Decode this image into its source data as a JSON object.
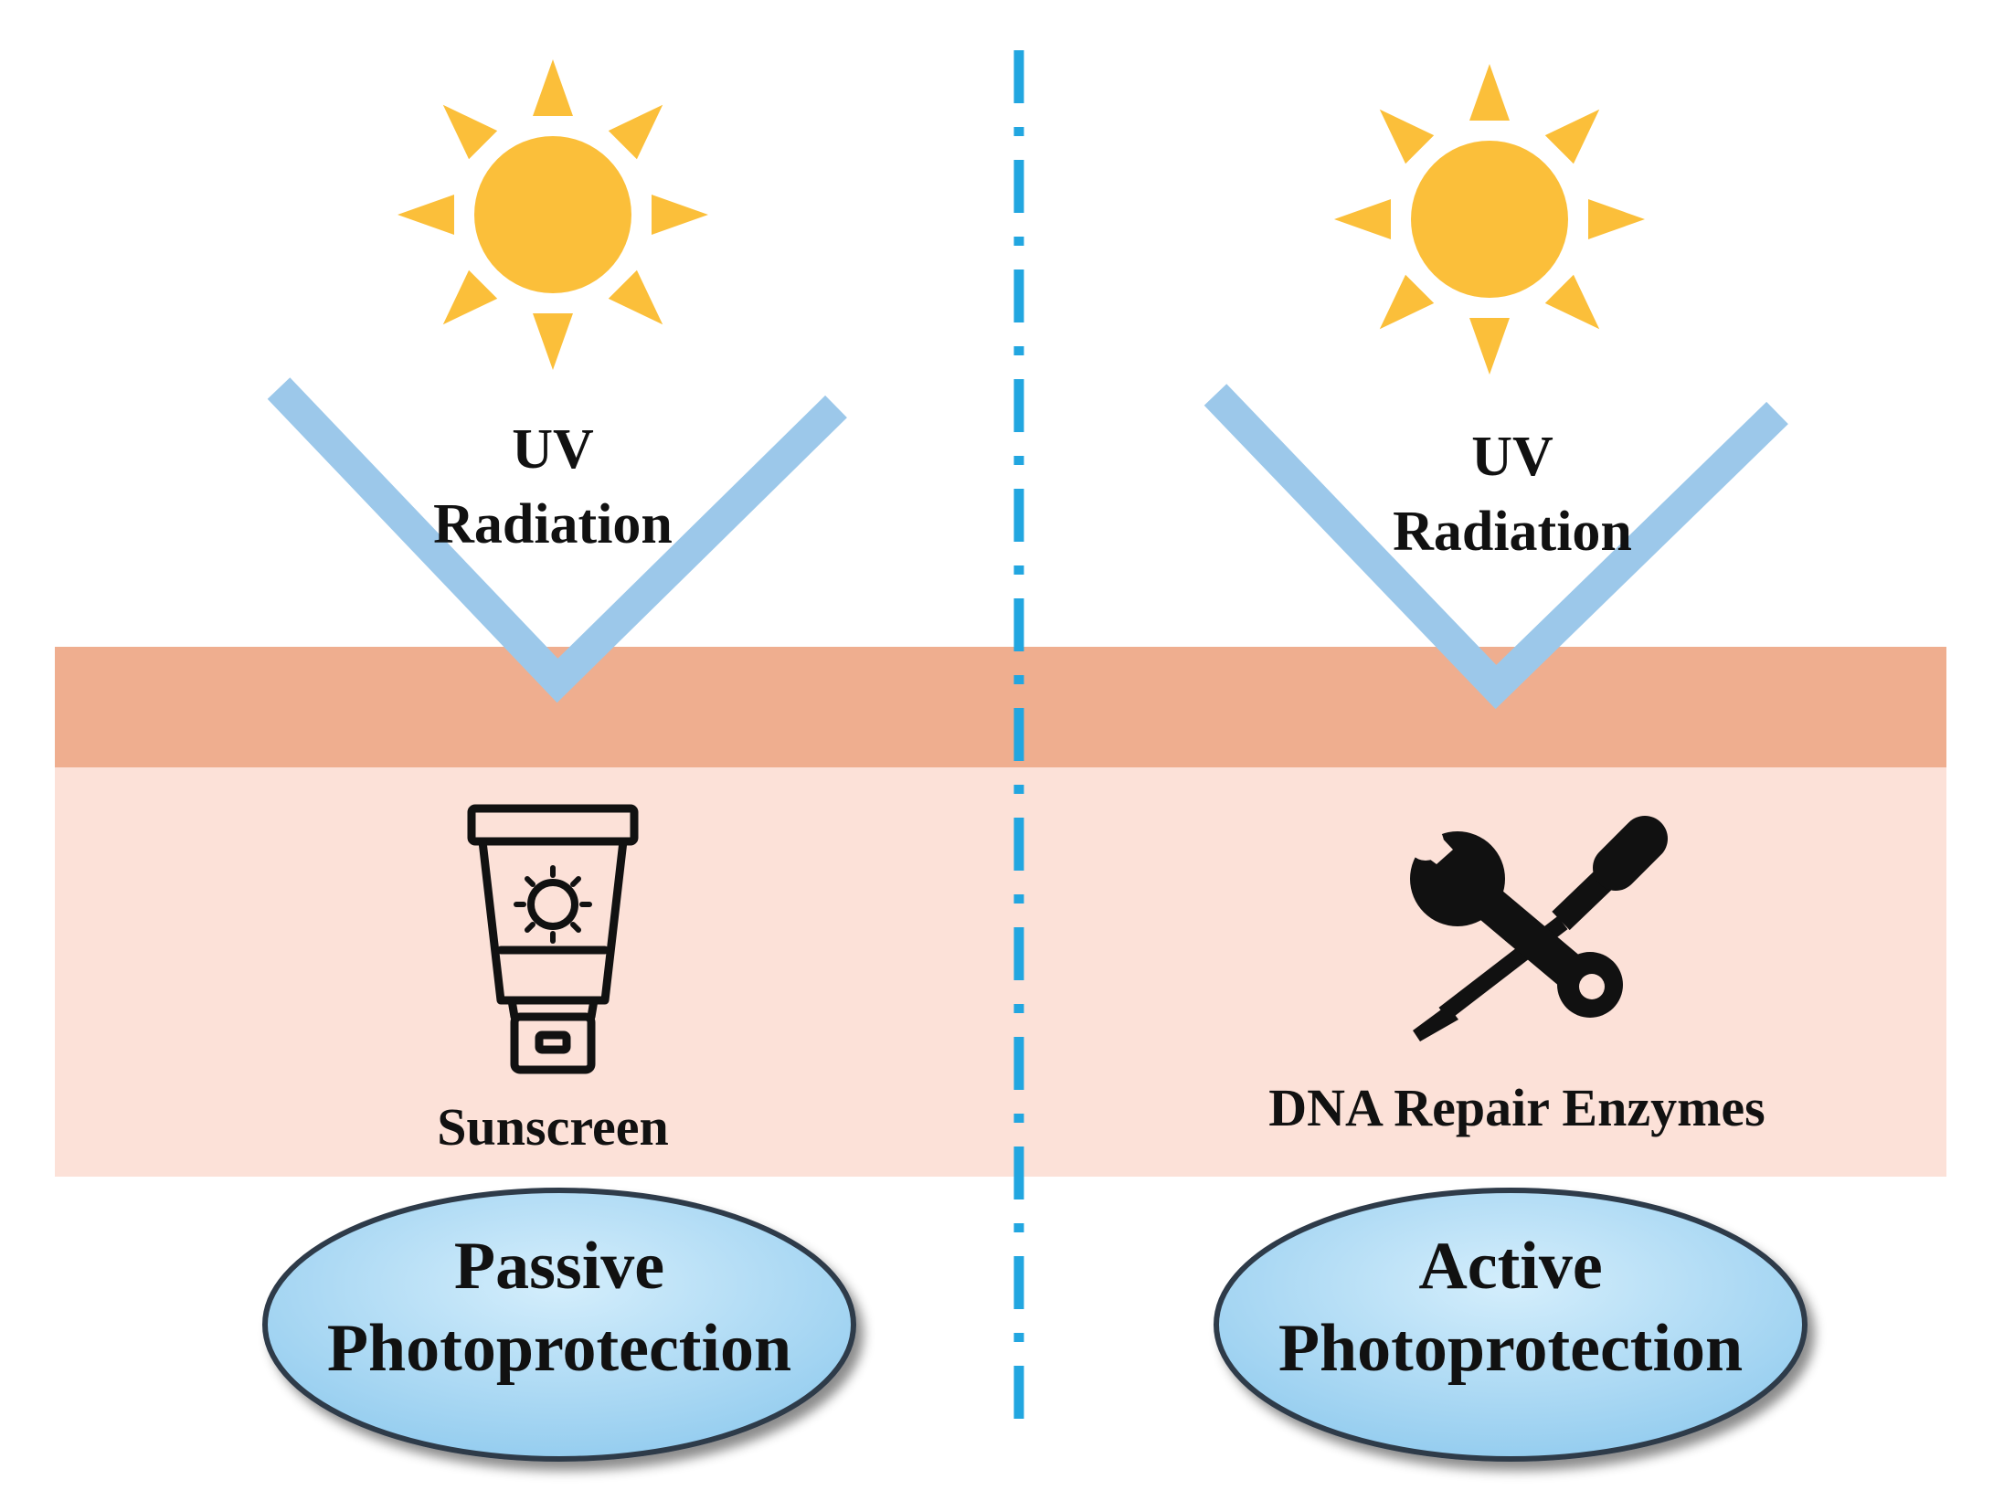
{
  "colors": {
    "sun": "#FBBF3A",
    "uv_ray": "#9CC8EA",
    "skin_top": "#EFAE8F",
    "skin_lower": "#FCE1D8",
    "divider": "#22A6E0",
    "badge_fill": "#A8D8F5",
    "badge_stroke": "#2E3A4A",
    "text": "#111111"
  },
  "left": {
    "uv_line1": "UV",
    "uv_line2": "Radiation",
    "item_label": "Sunscreen",
    "item_icon": "sunscreen-tube-icon",
    "badge_line1": "Passive",
    "badge_line2": "Photoprotection"
  },
  "right": {
    "uv_line1": "UV",
    "uv_line2": "Radiation",
    "item_label": "DNA Repair Enzymes",
    "item_icon": "wrench-screwdriver-icon",
    "badge_line1": "Active",
    "badge_line2": "Photoprotection"
  }
}
